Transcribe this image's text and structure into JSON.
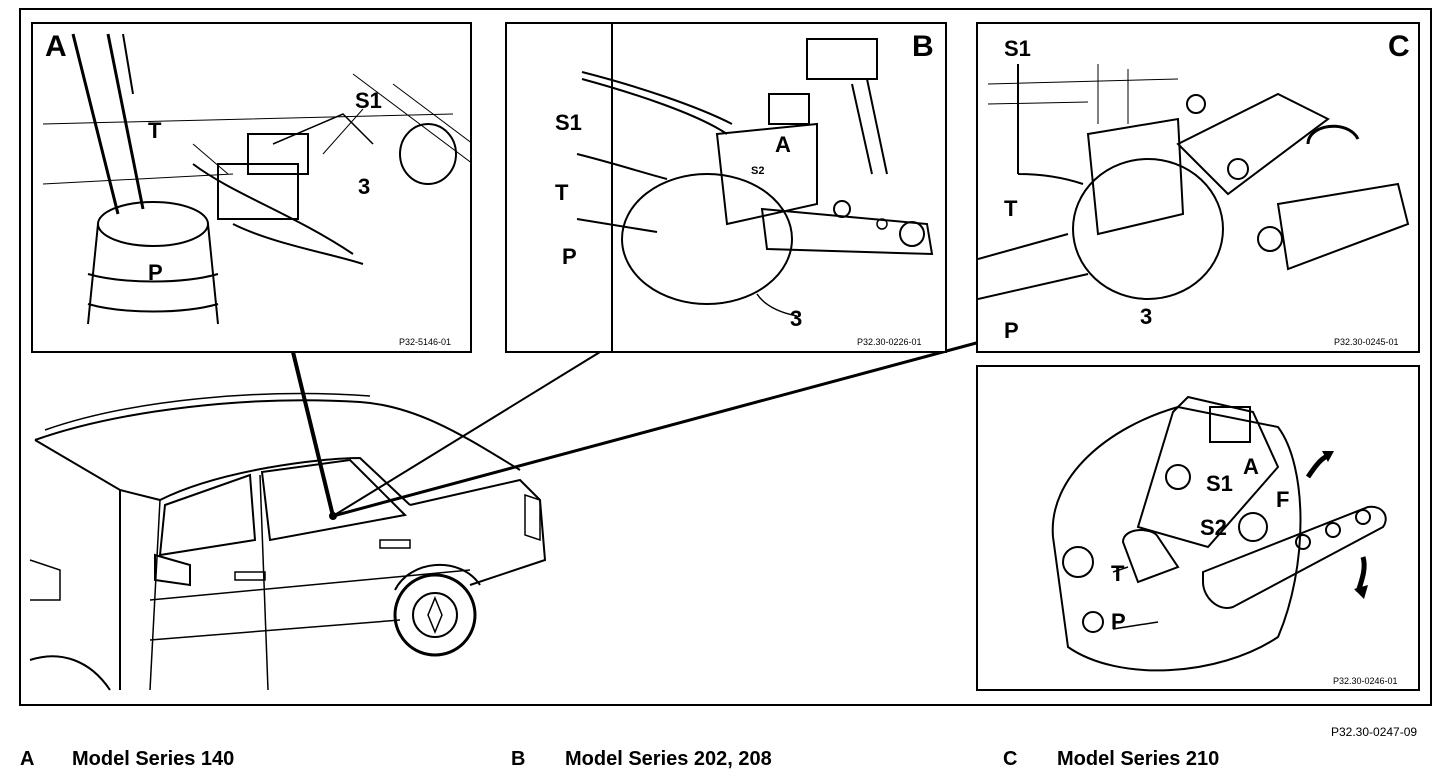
{
  "figure_ref": "P32.30-0247-09",
  "panels": {
    "A": {
      "letter": "A",
      "code": "P32-5146-01",
      "labels": {
        "s1": "S1",
        "t": "T",
        "three": "3",
        "p": "P"
      }
    },
    "B": {
      "letter": "B",
      "code": "P32.30-0226-01",
      "labels": {
        "s1": "S1",
        "t": "T",
        "p": "P",
        "a": "A",
        "s2": "S2",
        "three": "3"
      }
    },
    "C": {
      "letter": "C",
      "code": "P32.30-0245-01",
      "labels": {
        "s1": "S1",
        "t": "T",
        "p": "P",
        "three": "3"
      }
    },
    "D": {
      "code": "P32.30-0246-01",
      "labels": {
        "s1": "S1",
        "a": "A",
        "f": "F",
        "s2": "S2",
        "t": "T",
        "p": "P"
      }
    }
  },
  "captions": [
    {
      "key": "A",
      "text": "Model Series 140"
    },
    {
      "key": "B",
      "text": "Model Series 202, 208"
    },
    {
      "key": "C",
      "text": "Model Series 210"
    }
  ]
}
